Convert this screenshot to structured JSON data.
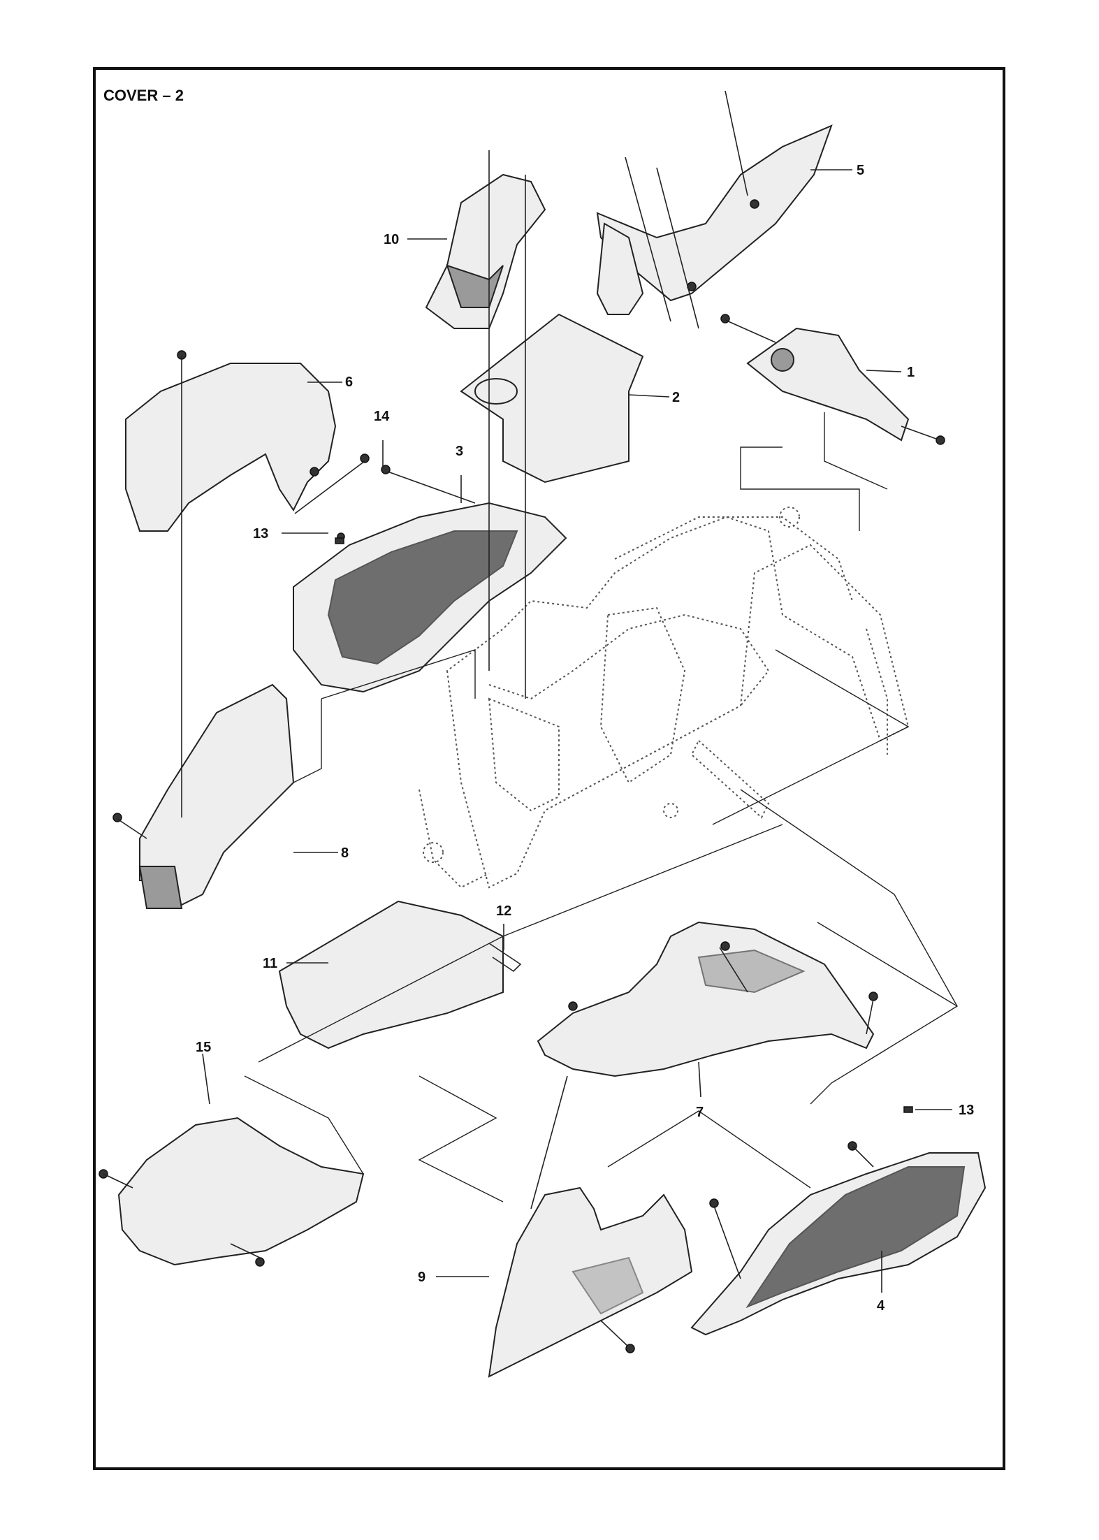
{
  "title": "COVER – 2",
  "callouts": [
    "1",
    "2",
    "3",
    "4",
    "5",
    "6",
    "7",
    "8",
    "9",
    "10",
    "11",
    "12",
    "13",
    "13",
    "14",
    "15"
  ]
}
